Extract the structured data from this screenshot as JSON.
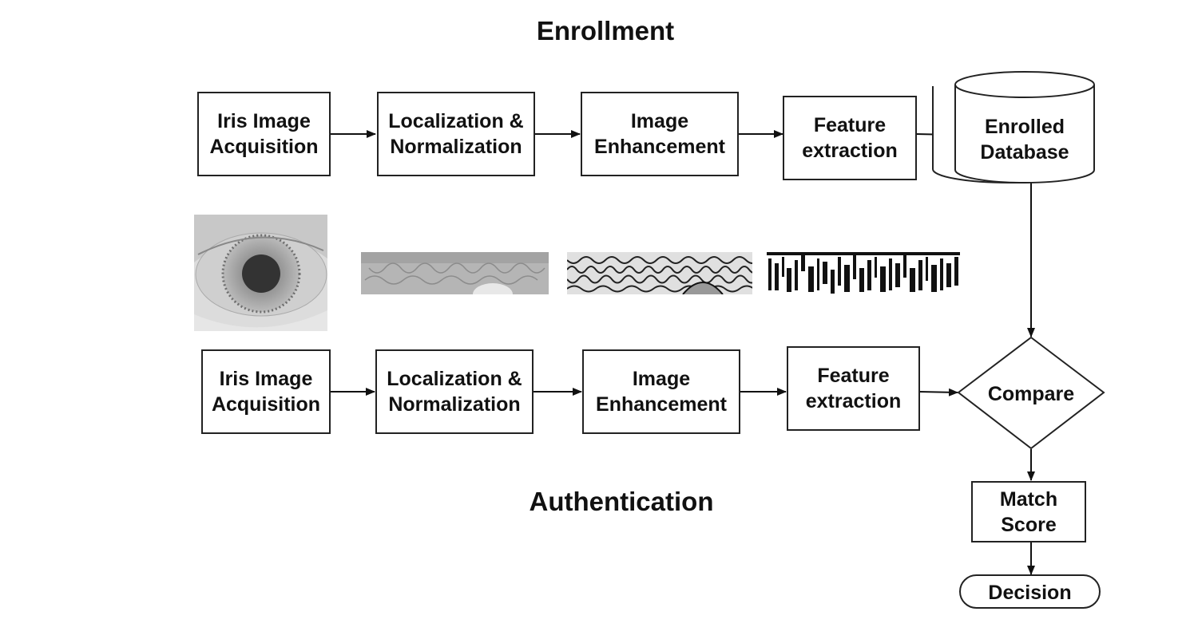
{
  "titles": {
    "enrollment": "Enrollment",
    "authentication": "Authentication"
  },
  "enrollment_steps": [
    "Iris Image\nAcquisition",
    "Localization &\nNormalization",
    "Image\nEnhancement",
    "Feature\nextraction"
  ],
  "authentication_steps": [
    "Iris Image\nAcquisition",
    "Localization &\nNormalization",
    "Image\nEnhancement",
    "Feature\nextraction"
  ],
  "database": "Enrolled\nDatabase",
  "compare": "Compare",
  "match_score": "Match\nScore",
  "decision": "Decision",
  "thumbnails": [
    "eye-image",
    "normalized-iris-strip",
    "enhanced-iris-strip",
    "binary-iris-code"
  ]
}
